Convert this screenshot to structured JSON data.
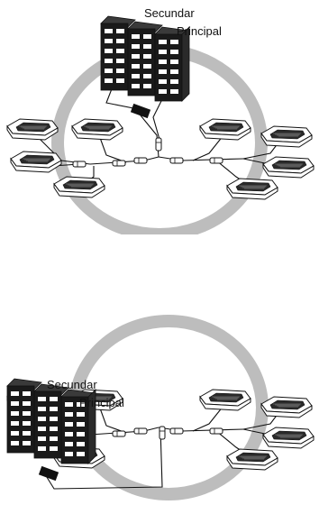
{
  "colors": {
    "ring": "#bdbdbd",
    "line": "#111111",
    "unit_body": "#1a1a1a",
    "unit_face": "#ffffff"
  },
  "icons": {
    "outdoor_unit": "outdoor-unit-icon",
    "indoor_unit": "cassette-indoor-unit-icon",
    "joint": "branch-joint-icon"
  },
  "diagram_top": {
    "label_secondary": "Secundar",
    "label_primary": "Principal"
  },
  "diagram_bottom": {
    "label_secondary": "Secundar",
    "label_primary": "Principal"
  }
}
